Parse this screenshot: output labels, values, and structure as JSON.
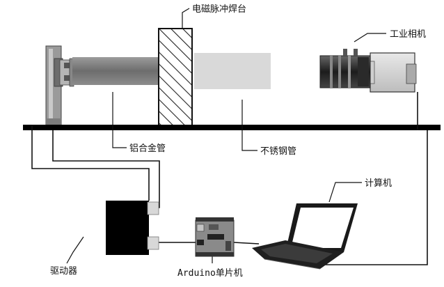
{
  "labels": {
    "welding_stage": "电磁脉冲焊台",
    "industrial_camera": "工业相机",
    "aluminum_tube": "铝合金管",
    "stainless_tube": "不锈钢管",
    "computer": "计算机",
    "driver": "驱动器",
    "arduino": "Arduino单片机"
  },
  "icons": {
    "camera": "camera-icon",
    "laptop": "laptop-icon",
    "arduino_board": "microcontroller-board-icon",
    "driver_box": "driver-box-icon",
    "linear_actuator": "linear-actuator-icon"
  },
  "colors": {
    "rail": "#000000",
    "hatch": "#222222",
    "aluminum_tube": "#7a7a7a",
    "stainless_tube": "#d9d9d9",
    "driver_body": "#000000",
    "board": "#8a8a8a"
  }
}
